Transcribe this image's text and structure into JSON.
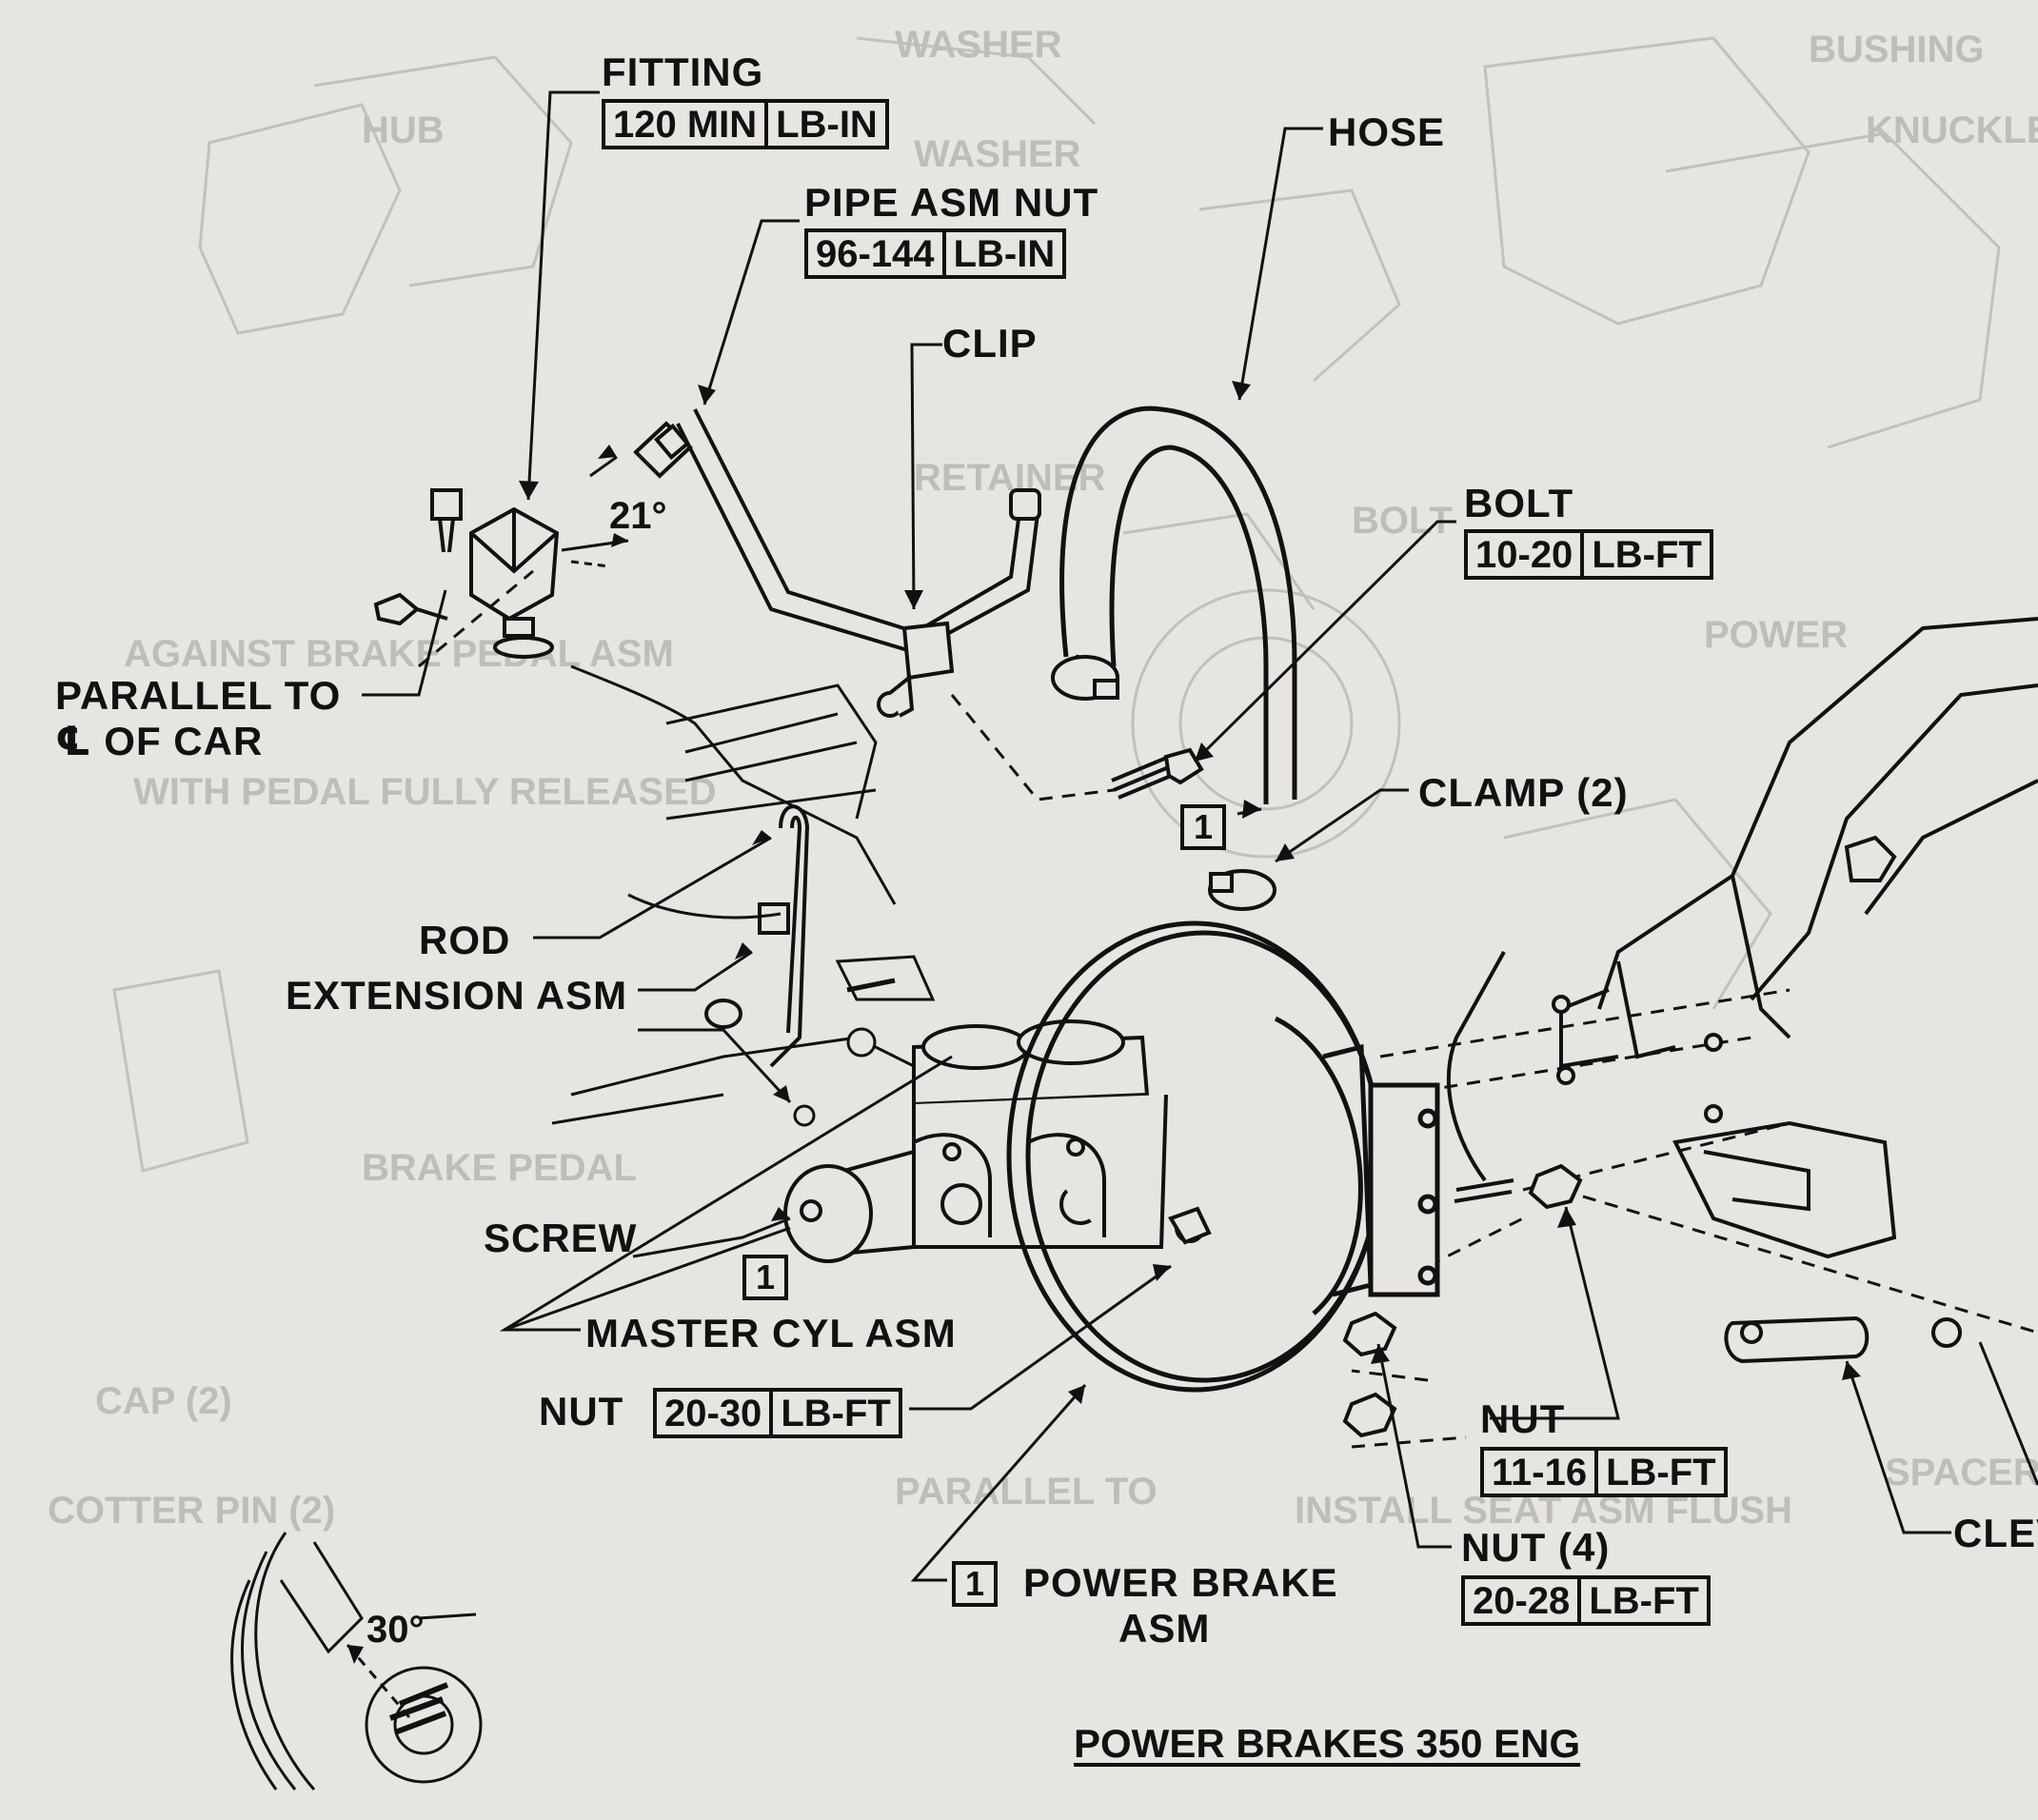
{
  "labels": {
    "fitting": "FITTING",
    "fitting_torque_value": "120 MIN",
    "fitting_torque_unit": "LB-IN",
    "pipe_asm_nut": "PIPE ASM NUT",
    "pipe_asm_nut_torque_value": "96-144",
    "pipe_asm_nut_torque_unit": "LB-IN",
    "clip": "CLIP",
    "hose": "HOSE",
    "bolt": "BOLT",
    "bolt_torque_value": "10-20",
    "bolt_torque_unit": "LB-FT",
    "clamp": "CLAMP (2)",
    "parallel_line1": "PARALLEL TO",
    "parallel_line2": "℄ OF CAR",
    "angle_21": "21°",
    "angle_30": "30°",
    "rod": "ROD",
    "extension_asm": "EXTENSION ASM",
    "screw": "SCREW",
    "master_cyl_asm": "MASTER CYL ASM",
    "nut_mc": "NUT",
    "nut_mc_torque_value": "20-30",
    "nut_mc_torque_unit": "LB-FT",
    "power_brake_line1": "POWER BRAKE",
    "power_brake_line2": "ASM",
    "nut_pedal": "NUT",
    "nut_pedal_torque_value": "11-16",
    "nut_pedal_torque_unit": "LB-FT",
    "nut_4": "NUT (4)",
    "nut_4_torque_value": "20-28",
    "nut_4_torque_unit": "LB-FT",
    "clevis_partial": "CLEV",
    "ref_marker": "1",
    "title": "POWER BRAKES 350 ENG"
  },
  "colors": {
    "ink": "#111111",
    "paper": "#e7e5e1",
    "ghost": "#b9b9b6"
  }
}
